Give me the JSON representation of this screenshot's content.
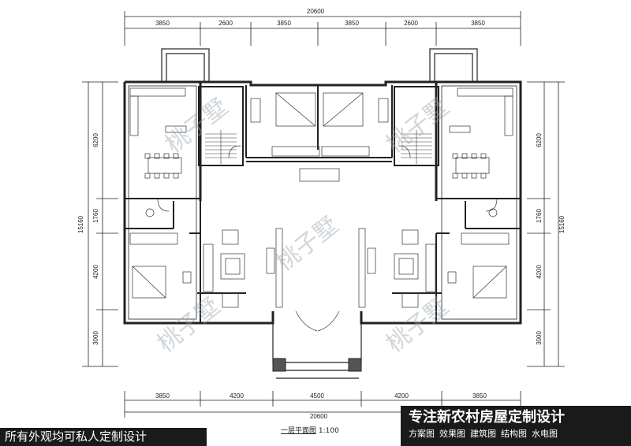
{
  "dimensions": {
    "top_total": "20600",
    "top_segments": [
      "3850",
      "2600",
      "3850",
      "3850",
      "2600",
      "3850"
    ],
    "bottom_total": "20600",
    "bottom_segments": [
      "3850",
      "4200",
      "4500",
      "4200",
      "3850"
    ],
    "left_total": "15160",
    "left_segments": [
      "6200",
      "1760",
      "4200",
      "3000"
    ],
    "right_total": "15160",
    "right_segments": [
      "6200",
      "1760",
      "4200",
      "3000"
    ]
  },
  "watermark": "桃子墅",
  "caption": {
    "title": "一层平面图",
    "scale": "1:100"
  },
  "banner_left": "所有外观均可私人定制设计",
  "banner_right": {
    "title": "专注新农村房屋定制设计",
    "services": [
      "方案图",
      "效果图",
      "建筑图",
      "结构图",
      "水电图"
    ]
  }
}
